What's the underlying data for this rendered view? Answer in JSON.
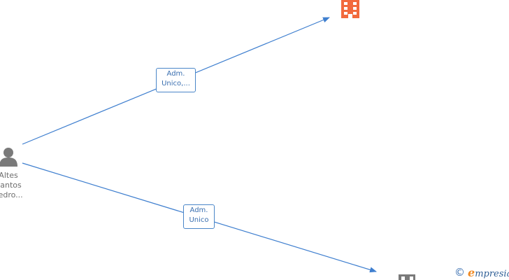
{
  "diagram": {
    "nodes": {
      "person": {
        "icon": "person-icon",
        "name_lines": [
          "Altes",
          "Santos",
          "Pedro..."
        ],
        "color": "#7a7a7a"
      },
      "company_top": {
        "icon": "building-icon",
        "color": "#f26a3d"
      },
      "company_bottom": {
        "icon": "building-icon",
        "color": "#7a7a7a"
      }
    },
    "edges": [
      {
        "from": "person",
        "to": "company_top",
        "label_lines": [
          "Adm.",
          "Unico,..."
        ]
      },
      {
        "from": "person",
        "to": "company_bottom",
        "label_lines": [
          "Adm.",
          "Unico"
        ]
      }
    ],
    "edge_color": "#3f7fcf"
  },
  "watermark": {
    "copyright_symbol": "©",
    "brand_initial": "e",
    "brand_rest": "mpresia"
  }
}
